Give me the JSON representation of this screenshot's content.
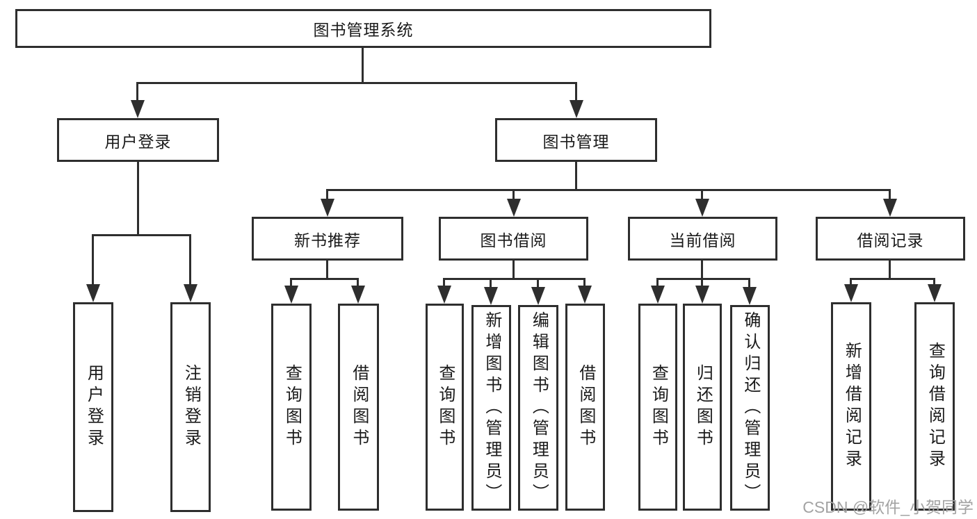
{
  "diagram": {
    "root_label": "图书管理系统",
    "nodes": {
      "user_login": {
        "label": "用户登录",
        "children": [
          "用户登录",
          "注销登录"
        ]
      },
      "book_management": {
        "label": "图书管理"
      },
      "groups": [
        {
          "label": "新书推荐",
          "children": [
            "查询图书",
            "借阅图书"
          ]
        },
        {
          "label": "图书借阅",
          "children": [
            "查询图书",
            "新增图书（管理员）",
            "编辑图书（管理员）",
            "借阅图书"
          ]
        },
        {
          "label": "当前借阅",
          "children": [
            "查询图书",
            "归还图书",
            "确认归还（管理员）"
          ]
        },
        {
          "label": "借阅记录",
          "children": [
            "新增借阅记录",
            "查询借阅记录"
          ]
        }
      ]
    },
    "colors": {
      "line": "#2e2e2e",
      "text": "#1a1a1a",
      "background": "#ffffff",
      "watermark": "#a3a3a3"
    }
  },
  "watermark": {
    "text": "CSDN @软件_小贺同学"
  }
}
